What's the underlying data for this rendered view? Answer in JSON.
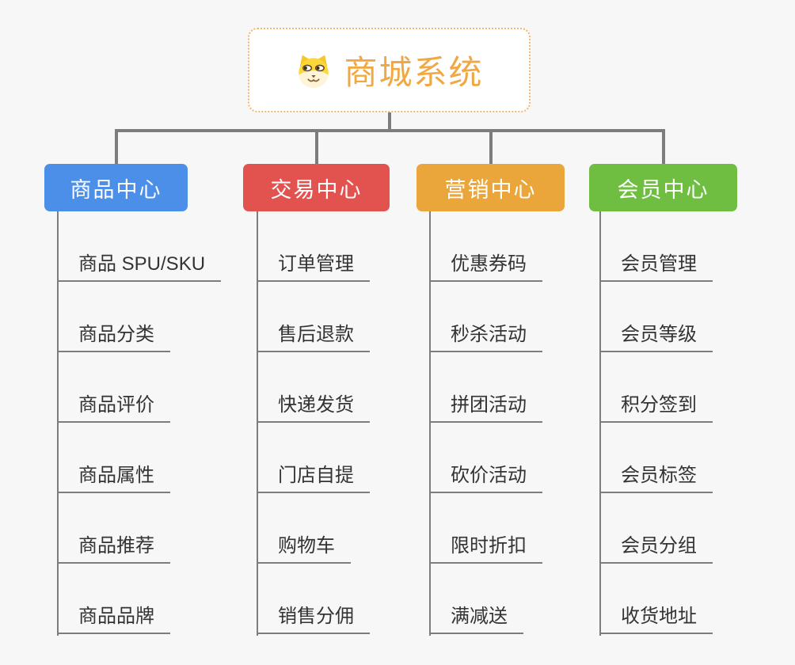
{
  "root": {
    "title": "商城系统",
    "icon": "doge-icon"
  },
  "branches": [
    {
      "label": "商品中心",
      "color": "#4b8fe8",
      "items": [
        "商品 SPU/SKU",
        "商品分类",
        "商品评价",
        "商品属性",
        "商品推荐",
        "商品品牌"
      ]
    },
    {
      "label": "交易中心",
      "color": "#e25350",
      "items": [
        "订单管理",
        "售后退款",
        "快递发货",
        "门店自提",
        "购物车",
        "销售分佣"
      ]
    },
    {
      "label": "营销中心",
      "color": "#eba63b",
      "items": [
        "优惠券码",
        "秒杀活动",
        "拼团活动",
        "砍价活动",
        "限时折扣",
        "满减送"
      ]
    },
    {
      "label": "会员中心",
      "color": "#6fbe42",
      "items": [
        "会员管理",
        "会员等级",
        "积分签到",
        "会员标签",
        "会员分组",
        "收货地址"
      ]
    }
  ],
  "colors": {
    "connector": "#7d7d7d",
    "background": "#f7f7f7",
    "leaf_text": "#333333",
    "root_border": "#f2b46b",
    "root_text": "#f0a843"
  }
}
